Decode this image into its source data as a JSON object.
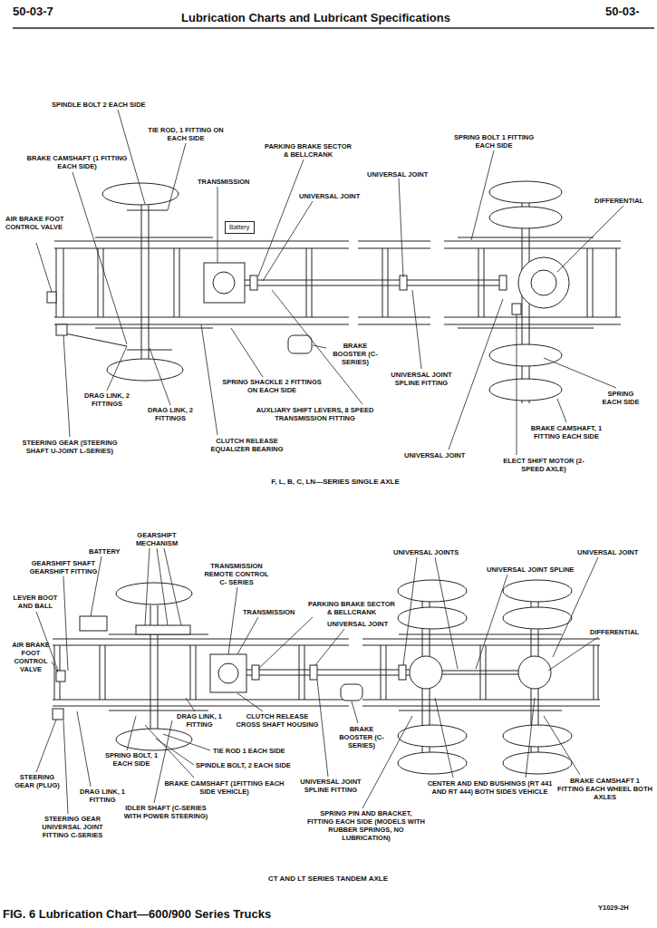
{
  "diagram": {
    "title": "Lubrication Charts and Lubricant Specifications",
    "caption": "FIG. 6 Lubrication Chart—600/900 Series Trucks",
    "nodes": [
      {
        "text": [
          "Battery"
        ]
      }
    ],
    "labels": [
      "50-03-7",
      "50-03-",
      "SPINDLE BOLT 2 EACH SIDE",
      "TIE ROD, 1 FITTING ON EACH SIDE",
      "PARKING BRAKE SECTOR & BELLCRANK",
      "SPRING BOLT 1 FITTING EACH SIDE",
      "BRAKE CAMSHAFT (1 FITTING EACH SIDE)",
      "TRANSMISSION",
      "UNIVERSAL JOINT",
      "UNIVERSAL JOINT",
      "DIFFERENTIAL",
      "AIR BRAKE FOOT CONTROL VALVE",
      "BRAKE BOOSTER (C-SERIES)",
      "UNIVERSAL JOINT SPLINE FITTING",
      "SPRING EACH SIDE",
      "SPRING SHACKLE 2 FITTINGS ON EACH SIDE",
      "DRAG LINK, 2 FITTINGS",
      "DRAG LINK, 2 FITTINGS",
      "AUXLIARY SHIFT LEVERS, 8 SPEED TRANSMISSION FITTING",
      "BRAKE CAMSHAFT, 1 FITTING EACH SIDE",
      "CLUTCH RELEASE EQUALIZER BEARING",
      "STEERING GEAR (STEERING SHAFT U-JOINT L-SERIES)",
      "UNIVERSAL JOINT",
      "ELECT SHIFT MOTOR (2-SPEED AXLE)",
      "F, L, B, C, LN—SERIES SINGLE AXLE",
      "GEARSHIFT MECHANISM",
      "BATTERY",
      "GEARSHIFT SHAFT GEARSHIFT FITTING",
      "UNIVERSAL JOINTS",
      "UNIVERSAL JOINT",
      "TRANSMISSION REMOTE CONTROL C- SERIES",
      "UNIVERSAL JOINT SPLINE",
      "LEVER BOOT AND BALL",
      "TRANSMISSION",
      "PARKING BRAKE SECTOR & BELLCRANK",
      "UNIVERSAL JOINT",
      "DIFFERENTIAL",
      "AIR BRAKE FOOT CONTROL VALVE",
      "DRAG LINK, 1 FITTING",
      "CLUTCH RELEASE CROSS SHAFT HOUSING",
      "BRAKE BOOSTER (C-SERIES)",
      "SPRING BOLT, 1 EACH SIDE",
      "TIE ROD 1 EACH SIDE",
      "SPINDLE BOLT, 2 EACH SIDE",
      "STEERING GEAR (PLUG)",
      "DRAG LINK, 1 FITTING",
      "UNIVERSAL JOINT SPLINE FITTING",
      "BRAKE CAMSHAFT (1FITTING EACH SIDE VEHICLE)",
      "CENTER AND END BUSHINGS (RT 441 AND RT 444) BOTH SIDES VEHICLE",
      "BRAKE CAMSHAFT 1 FITTING EACH WHEEL BOTH AXLES",
      "IDLER SHAFT (C-SERIES WITH POWER STEERING)",
      "STEERING GEAR UNIVERSAL JOINT FITTING C-SERIES",
      "SPRING PIN AND BRACKET, FITTING EACH SIDE (MODELS WITH RUBBER SPRINGS, NO LUBRICATION)",
      "CT AND LT SERIES TANDEM AXLE",
      "Y1029-2H"
    ]
  }
}
